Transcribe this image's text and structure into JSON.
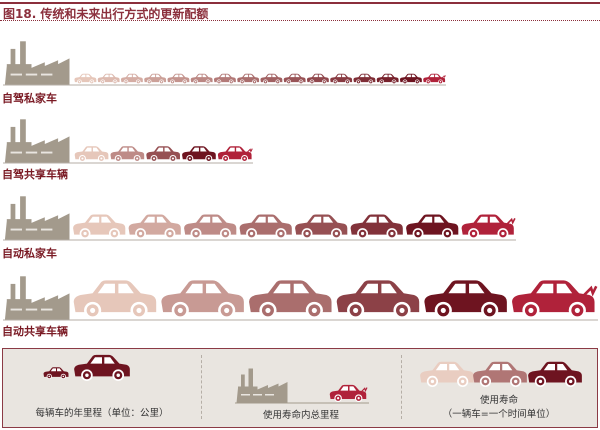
{
  "title": "图18. 传统和未来出行方式的更新配额",
  "rows": [
    {
      "label": "自驾私家车",
      "car_count": 16
    },
    {
      "label": "自驾共享车辆",
      "car_count": 5
    },
    {
      "label": "自动私家车",
      "car_count": 8
    },
    {
      "label": "自动共享车辆",
      "car_count": 6
    }
  ],
  "legend": {
    "items": [
      {
        "label": "每辆车的年里程（单位：公里）"
      },
      {
        "label": "使用寿命内总里程"
      },
      {
        "label": "使用寿命",
        "sublabel": "（一辆车=一个时间单位）"
      }
    ]
  },
  "colors": {
    "accent": "#8b2f3c",
    "factory": "#a39a8c",
    "car_light": "#e6c7ba",
    "car_dark": "#6e1420",
    "car_worn": "#b0223a",
    "legend_bg": "#e9e5e0"
  },
  "icons": [
    "factory-icon",
    "car-icon",
    "broken-car-icon"
  ]
}
